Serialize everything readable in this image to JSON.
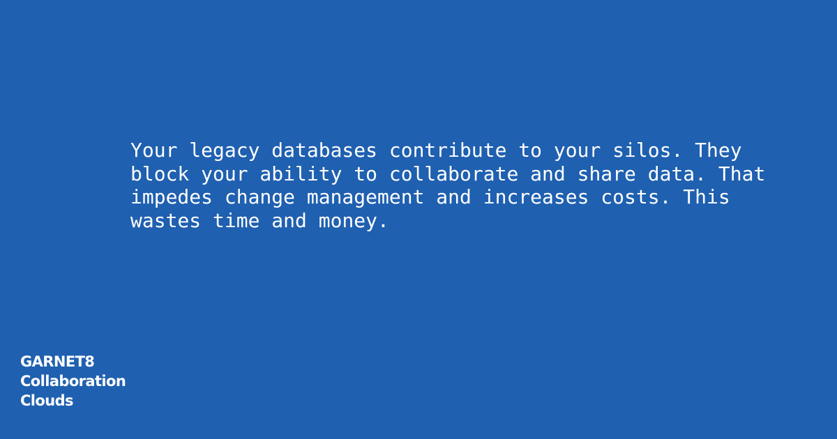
{
  "colors": {
    "background": "#1f60b0",
    "text": "#ffffff"
  },
  "message": {
    "text": "Your legacy databases contribute to your silos. They\nblock your ability to collaborate and share data. That\nimpedes change management and increases costs. This\nwastes time and money."
  },
  "brand": {
    "line1": "GARNET8",
    "line2": "Collaboration",
    "line3": "Clouds"
  }
}
